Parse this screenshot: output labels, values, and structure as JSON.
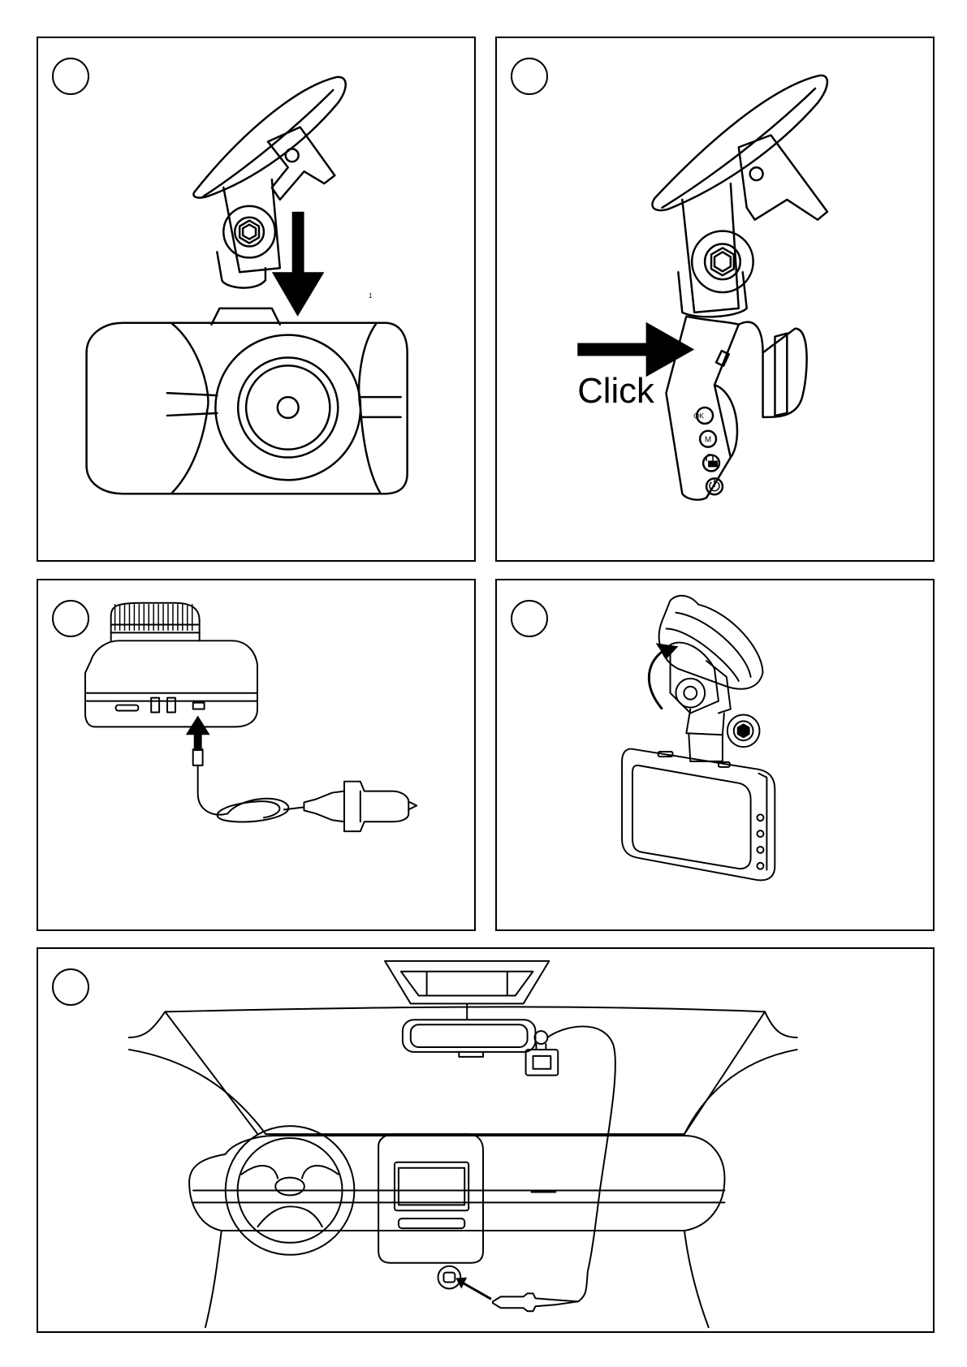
{
  "panels": [
    {
      "id": "attach-mount",
      "small_mark": "1"
    },
    {
      "id": "click-mount",
      "label": "Click",
      "button_labels": {
        "ok": "OK",
        "menu": "M"
      }
    },
    {
      "id": "connect-power"
    },
    {
      "id": "rotate-mount"
    },
    {
      "id": "car-installation"
    }
  ],
  "icons": [
    "down-arrow-icon",
    "right-arrow-icon",
    "up-arrow-icon",
    "rotate-arrow-icon",
    "lock-icon",
    "power-icon",
    "usb-port-icon"
  ],
  "colors": {
    "line": "#000000",
    "background": "#ffffff"
  }
}
